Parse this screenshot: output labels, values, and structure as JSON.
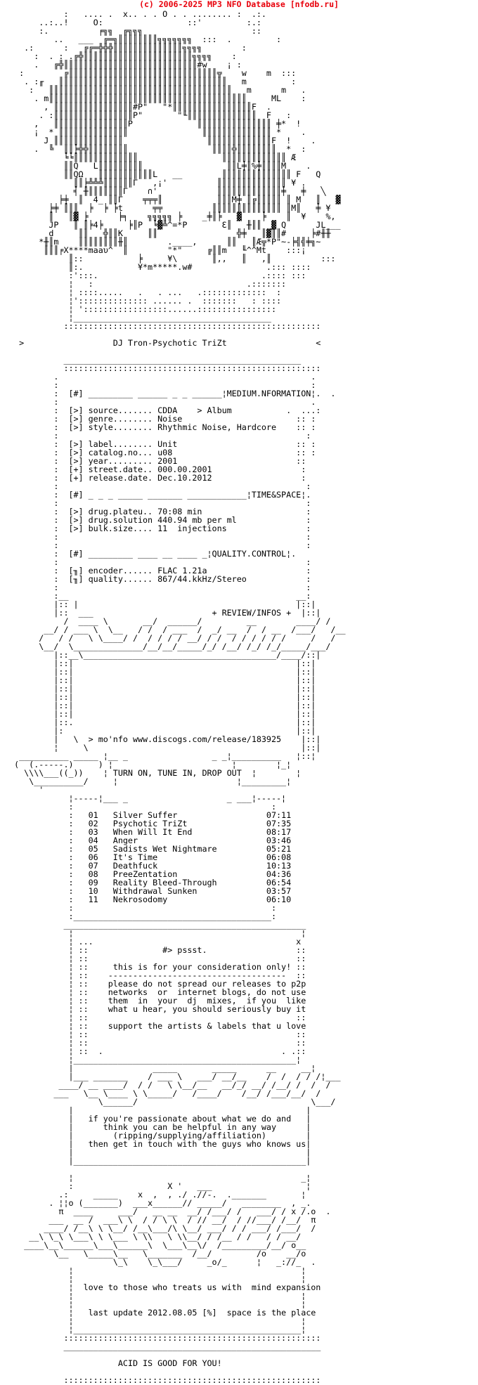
{
  "header": {
    "text": "(c) 2006-2025 MP3 NFO Database [nfodb.ru]",
    "color": "#e8000b"
  },
  "nfo": {
    "text_color": "#000000",
    "background_color": "#ffffff",
    "lines": [
      "            :   .... .  x.. . . O . . ........ :  .:.",
      "       ..:..!     O:                 ::'         :.:",
      "       :.          ╒╗╗  ╔╗╗╗                      ::",
      "          ..   ___  ╔═╗║║║║║║║║╗╗╗╗╗╗╗  :::  .         :",
      "    .:      :   ╔╔═╬╬╬║║║║║║║║║║║║║║╗╗╗╗        :",
      "      :  . : .╔╬║║║║║║║║║║║║║║║║║║║║║║╗╗╗╗    :",
      "      .   ╔╬║║║║║║║║║║║║║║║║║║║║║║║║║║║#w    ¡ :",
      "   :        ╔║║║║║║║║║║║║║║║║║║║║║║║║║║║║║║╦    w    m  :::",
      "    . :╓   ║║║║║║║║║║║║║║║║║║║║║║║║║║║║║║║║║║   m         :",
      "     :   ║║║║║║║║║║║║║║║║║║║║║║║║║║║║║║║║║║║║║   m      m   .",
      "      . m║║║║║║║║║║║║║║║║║║║║║║║║║║║║║║║║║║║║║║║║     ML    :",
      "        , ║║║║║║║║║║║║║║║║#P\"   \"*║║║║║║║║║║║║║║║║F  .",
      "       . :║║║║║║║║║║║║║║║║P\"       \"╙║║║║║║║║║║║║║║  F   :",
      "      ,   ║║║║║║║║║║║║║║║P             ║║║║║║║║║║║║║║║ ╪*  !",
      "      ¡  * ║║║║║║║║║║║║║║               ║║║║║║║║║║║║║║ *    .",
      "        J ║║║║║║║║║║║║║║                 ║║║║║║║║║║║║║F  !    .",
      "      .  ╚  ║║╞╬╬║║║║║║║║                 ║║║║╬║║║║║║║║  *  :",
      "            ╘╘║║║║║║║║║║║║║                 ║║║║║║║║║║║║║ Æ",
      "            ║║Q   L║║║║║║║║║                 ║║L╪║%╪║║║║M    .",
      "            ║║QΩ   ║║║║║║║║║║║L   __        ║║║║║║║║║║║║║║ F   Q",
      "              ║║╞╩╩╩║║║║║║Γ   ,¡'          ║║║║║║║║║║║║║║ ¥ .",
      "              ╡ ╫║║║║║║║Γ    ∩'            ║║║║║║║║║║║║║╪   ╪   ╲",
      "           ╞╪  ║  4_ ║║Γ    ╤╤╤║           ║║║M╪ ║╔║║║║║ ║ M   ║   ▓",
      "         ╞╪ ║║║  ╞  ╞ ╞t      ╤╤          ║║║║║║║║║║║║║║ ║M║   ╪ ¥",
      "         ║   ║▓ ╞      ╞╕    ╗╗╗╗╗ ╞    _╪║╞   ▓    ╞    ║  ¥    %,",
      "         JP   ║ ║╞4╞     ╞║P  ╘▓╩^=*P       Ɛ║   ╫║║  ▓ Q      JL___",
      "         d     ║║   ╬║║K     ║║                ╬╪   ║▓║║#     ╞#╫╫     ",
      "       *╫║m    ║║║║║║║║╫║        .____,      ║║   ║Æ╦*P\"~-╞╣╣╪╗~",
      "        ║║║╒X****maaυ^  ║        \"*\"     ╔║║m   ╙^^Mt    :::¡",
      "             ║::           ╞     ¥\\       ║,,   ║   ,║          :::",
      "             ║:.           ¥*m*****.w#               .::: ::::",
      "             :':::.                                 .:::: :::",
      "             ¦   :                               .:::::::",
      "             ¦ ::::.....   .   . ...   .:::::::::::::  :",
      "             ¦':::::::::::::: ...... .  :::::::   : ::::",
      "             ¦ ':::::::::::::::::......::::::::::::::::",
      "             ¦________________________________________",
      "            ::::::::::::::::::::::::::::::::::::::::::::::::::::",
      "",
      "   >                  DJ Tron-Psychotic TriZt                  <",
      "",
      "            ________________________________________________",
      "            ::::::::::::::::::::::::::::::::::::::::::::::::::::",
      "          .                                                   .",
      "          :                                                   :",
      "          :  [#] _________ ______ _ _ ______¦MEDIUM.NFORMATION¦.  .",
      "          :                                                   .",
      "          :  [>] source....... CDDA    > Album           .  ...:",
      "          :  [>] genre........ Noise                       :: :",
      "          :  [>] style........ Rhythmic Noise, Hardcore    :: :",
      "          :                                                  :",
      "          :  [>] label........ Unit                        :: :",
      "          :  [>] catalog.no... u08                         :: :",
      "          :  [>] year......... 2001                        ::",
      "          :  [+] street.date.. 000.00.2001                  :",
      "          :  [+] release.date. Dec.10.2012                  :",
      "          :                                                  :",
      "          :  [#] _ _ _ _____ _______ ____________¦TIME&SPACE¦.",
      "          :                                                  :",
      "          :  [>] drug.plateu.. 70:08 min                     :",
      "          :  [>] drug.solution 440.94 mb per ml              :",
      "          :  [>] bulk.size.... 11  injections                :",
      "          :                                                  :",
      "          :                                                  :",
      "          :  [#] _________ ____ __ ____ _¦QUALITY.CONTROL¦.",
      "          :                                                  :",
      "          :  [╖] encoder...... FLAC 1.21a                    :",
      "          :  [╖] quality...... 867/44.kkHz/Stereo            :",
      "          :                                                  :",
      "          :__                                              __:",
      "          |:: |                                            |::|",
      "          |::  ___                        + REVIEW/INFOS +  |::|",
      "            /  ____ \\       __/  ______/         __        ____/ /",
      "        __/ / ___ \\  \\__   / /  / ___  /  _/ __  /  / __  /___/   /__",
      "       /   / /   \\ \\____/ /  / / / / __/ / /  / / / / / /     /   /",
      "       \\__/  \\______________/__/__/_____/_/ /__/ /_/ /_/_____/___/",
      "          |::__\\_______________________________________/____/::|",
      "          |::|                                             |::|",
      "          |::|                                             |::|",
      "          |::|                                             |::|",
      "          |::|                                             |::|",
      "          |::|                                             |::|",
      "          |::|                                             |::|",
      "          |::|                                             |::|",
      "          |::.                                             |::|",
      "          |:                                               |::|",
      "          |   \\  > mo'nfo www.discogs.com/release/183925    |::|",
      "          ¦     \\                                           |::|",
      "   __________ _____ ¦__ _                 _ _¦__________   ¦::¦",
      "  (  (.-----.)     ) ¦                        ¦        ¦_¦",
      "    \\\\\\\\___((_))    ¦ TURN ON, TUNE IN, DROP OUT  ¦        ¦",
      "     \\__________/     ¦                        ¦_________¦",
      "       '                                                ",
      "             ¦-----¦___ _                    _ ___¦-----¦",
      "             :                                        :",
      "             :   01   Silver Suffer                  07:11",
      "             :   02   Psychotic TriZt                07:35",
      "             :   03   When Will It End               08:17",
      "             :   04   Anger                          03:46",
      "             :   05   Sadists Wet Nightmare          05:21",
      "             :   06   It's Time                      06:08",
      "             :   07   Deathfuck                      10:13",
      "             :   08   PreeZentation                  04:36",
      "             :   09   Reality Bleed-Through          06:54",
      "             :   10   Withdrawal Sunken              03:57",
      "             :   11   Nekrosodomy                    06:10",
      "             :                                        :",
      "             :________________________________________:",
      "            _________________________________________________",
      "             ¦                                              ¦",
      "             ¦ ...                                         x",
      "             ¦ ::               #> pssst.                  ::",
      "             ¦ ::                                          ::",
      "             ¦ ::     this is for your consideration only! ::",
      "             ¦ ::    ------------------------------------  ::",
      "             ¦ ::    please do not spread our releases to p2p",
      "             ¦ ::    networks  or  internet blogs, do not use",
      "             ¦ ::    them  in  your  dj  mixes,  if you  like",
      "             ¦ ::    what u hear, you should seriously buy it",
      "             ¦ ::                                          ::",
      "             ¦ ::    support the artists & labels that u love",
      "             ¦ ::                                          ::",
      "             ¦ ::                                          ::",
      "             ¦ ::  .                                    . .::",
      "             ¦_____________________________________________¦",
      "             |                _____       _____      __     __¦",
      "             |___ _______    / ___ \\   ___/ __/__    /  /  / / /¦___",
      "           ____/ __ ____/  / /   \\ \\__/__   __/_/ __/ /__/ /  /  /",
      "          ___   \\__ \\____ \\ \\_____/   /____/    /__/ /___/__/  /",
      "                   \\______/                                   \\___/",
      "             |                                               |",
      "             |   if you're passionate about what we do and   |",
      "             |      think you can be helpful in any way      |",
      "             |        (ripping/supplying/affiliation)        |",
      "             |   then get in touch with the guys who knows us|",
      "             |                                               |",
      "             |_______________________________________________|",
      "",
      "             ¦                                              _¦",
      "             :                   X '   ___                   ¦",
      "           .:     _____    x  ,  , ./ .//-.  ._______       ¦",
      "         . ¦¦o (_______)  ___x______// _____/   ________  , _.",
      "           π  ____     ___/   __ __  __/ /___/ /   ___/ / x /.o  .",
      "         ___  __ /  ___\\ \\  / / \\ \\  / // __/  / //___/ /__/  π",
      "        ____/ /__\\ \\ \\__/ /__\\___/\\ \\__/ ___/ / / ___/ /___/  /",
      "     __\\ \\_\\ \\___\\ \\ \\___ \\ \\\\   \\ \\\\__/ / /__ / /   / / __/",
      "    ____\\__\\______\\___\\______\\  \\___\\__\\/  /_________/__/ o__",
      "          \\__   \\_____\\__   \\_______  /__/         /o    __/o",
      "                      \\_\\    \\_\\___/     _o/_      ¦   _://_  .",
      "             ¦                                              ¦",
      "             ¦                                              ¦",
      "             ¦  love to those who treats us with  mind expansion",
      "             ¦                                              ¦",
      "             ¦                                              ¦",
      "             ¦   last update 2012.08.05 [%]  space is the place",
      "             ¦                                              ¦",
      "             ¦______________________________________________¦",
      "            ::::::::::::::::::::::::::::::::::::::::::::::::::::",
      "            ____________________________________________________",
      "",
      "                       ACID IS GOOD FOR YOU!",
      "",
      "            ::::::::::::::::::::::::::::::::::::::::::::::::::::"
    ]
  }
}
